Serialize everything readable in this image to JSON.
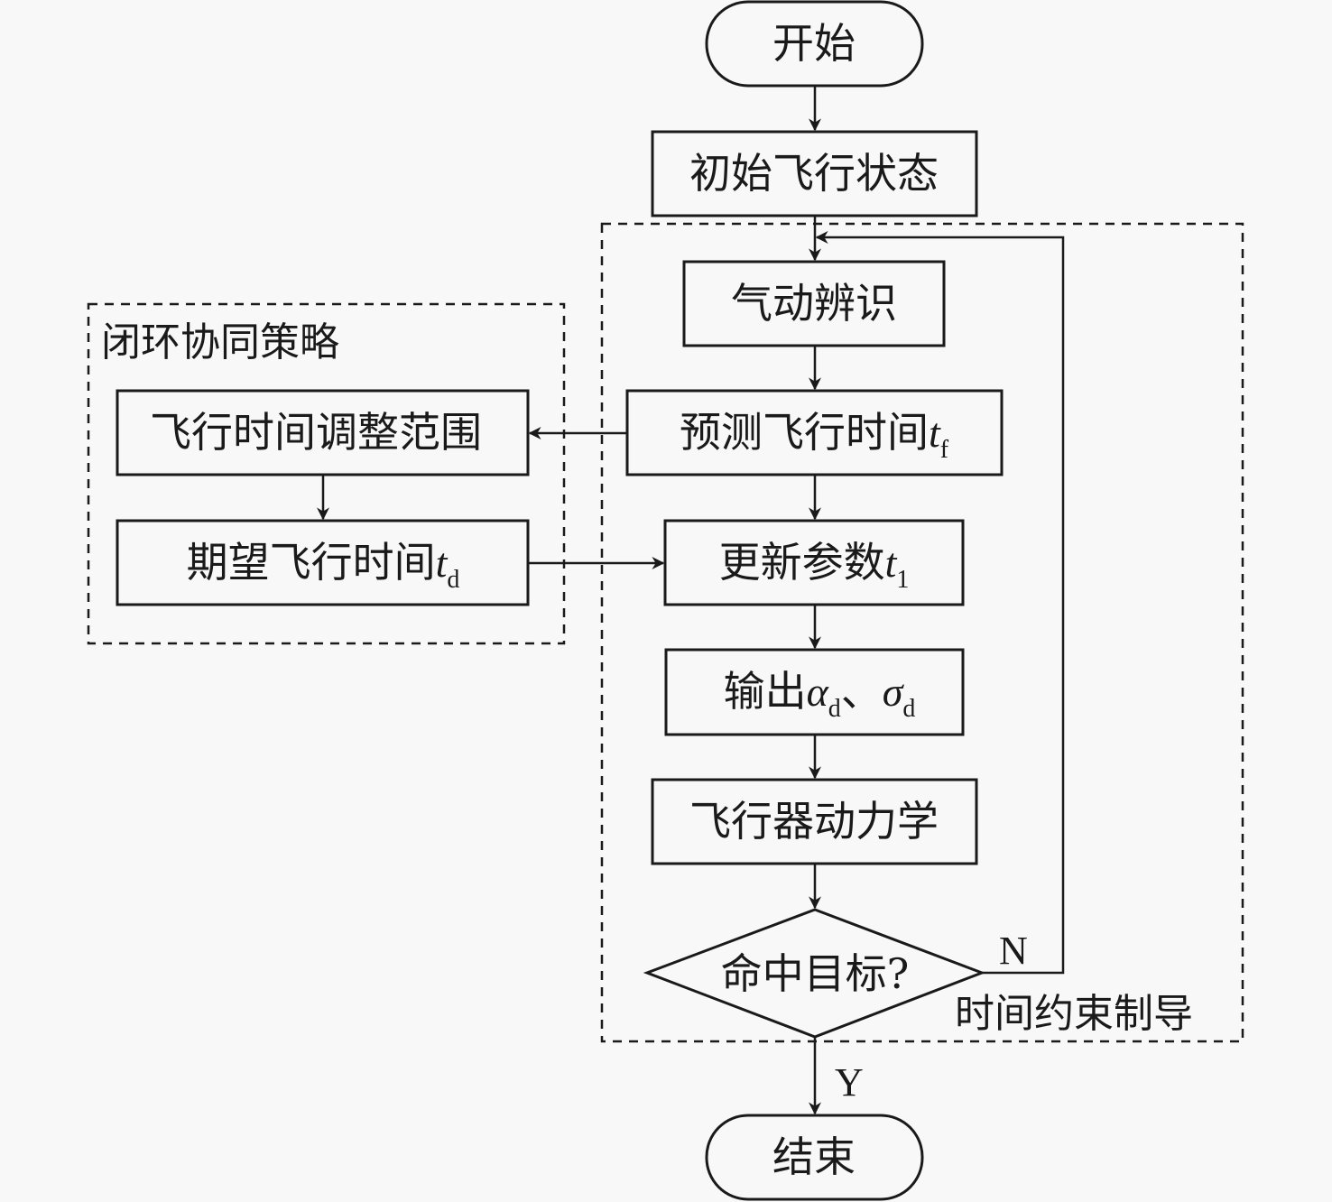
{
  "diagram": {
    "type": "flowchart",
    "nodes": {
      "start": "开始",
      "init_state": "初始飞行状态",
      "aero_identification": "气动辨识",
      "predict_time": {
        "text": "预测飞行时间",
        "var": "t",
        "sub": "f"
      },
      "update_params": {
        "text": "更新参数",
        "var": "t",
        "sub": "1"
      },
      "output": {
        "text": "输出",
        "var1": "α",
        "sub1": "d",
        "sep": "、",
        "var2": "σ",
        "sub2": "d"
      },
      "dynamics": "飞行器动力学",
      "decision": "命中目标?",
      "end": "结束",
      "adjust_range": "飞行时间调整范围",
      "desired_time": {
        "text": "期望飞行时间",
        "var": "t",
        "sub": "d"
      }
    },
    "groups": {
      "closed_loop": "闭环协同策略",
      "time_constrained": "时间约束制导"
    },
    "branch_labels": {
      "yes": "Y",
      "no": "N"
    },
    "edges": [
      {
        "from": "start",
        "to": "init_state"
      },
      {
        "from": "init_state",
        "to": "aero_identification"
      },
      {
        "from": "aero_identification",
        "to": "predict_time"
      },
      {
        "from": "predict_time",
        "to": "update_params"
      },
      {
        "from": "predict_time",
        "to": "adjust_range"
      },
      {
        "from": "adjust_range",
        "to": "desired_time"
      },
      {
        "from": "desired_time",
        "to": "update_params"
      },
      {
        "from": "update_params",
        "to": "output"
      },
      {
        "from": "output",
        "to": "dynamics"
      },
      {
        "from": "dynamics",
        "to": "decision"
      },
      {
        "from": "decision",
        "to": "aero_identification",
        "label": "N"
      },
      {
        "from": "decision",
        "to": "end",
        "label": "Y"
      }
    ]
  }
}
